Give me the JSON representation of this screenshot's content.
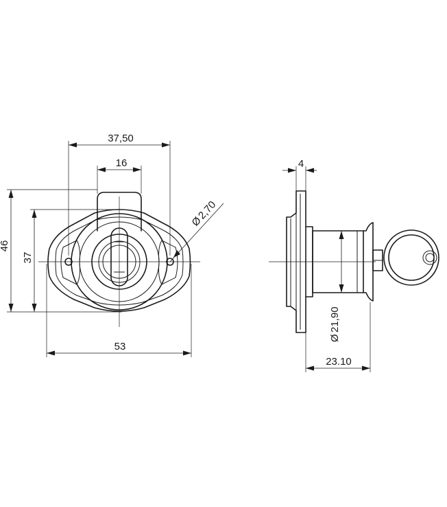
{
  "front_view": {
    "dim_width_top": "37,50",
    "dim_cylinder_width": "16",
    "dim_overall_height": "46",
    "dim_hole_spacing": "37",
    "dim_overall_width": "53",
    "dim_hole_diameter": "2,70"
  },
  "side_view": {
    "dim_flange_thickness": "4",
    "dim_cylinder_diameter": "21,90",
    "dim_cylinder_length": "23.10"
  },
  "symbols": {
    "diameter": "Ø"
  }
}
